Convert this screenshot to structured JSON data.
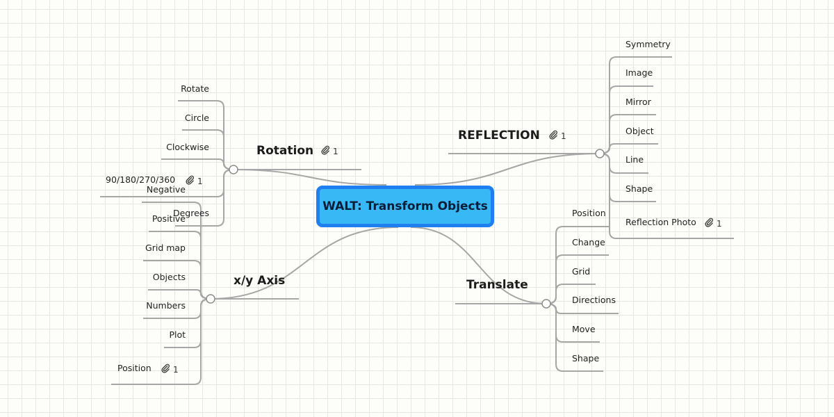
{
  "central": {
    "title": "WALT: Transform Objects"
  },
  "branches": [
    {
      "id": "rotation",
      "title": "Rotation",
      "attachment_count": "1",
      "items": [
        {
          "label": "Rotate"
        },
        {
          "label": "Circle"
        },
        {
          "label": "Clockwise"
        },
        {
          "label": "90/180/270/360",
          "attachment_count": "1"
        },
        {
          "label": "Degrees"
        }
      ]
    },
    {
      "id": "axis",
      "title": "x/y Axis",
      "items": [
        {
          "label": "Negative"
        },
        {
          "label": "Positive"
        },
        {
          "label": "Grid map"
        },
        {
          "label": "Objects"
        },
        {
          "label": "Numbers"
        },
        {
          "label": "Plot"
        },
        {
          "label": "Position",
          "attachment_count": "1"
        }
      ]
    },
    {
      "id": "reflection",
      "title": "REFLECTION",
      "attachment_count": "1",
      "items": [
        {
          "label": "Symmetry"
        },
        {
          "label": "Image"
        },
        {
          "label": "Mirror"
        },
        {
          "label": "Object"
        },
        {
          "label": "Line"
        },
        {
          "label": "Shape"
        },
        {
          "label": "Reflection Photo",
          "attachment_count": "1"
        }
      ]
    },
    {
      "id": "translate",
      "title": "Translate",
      "items": [
        {
          "label": "Position"
        },
        {
          "label": "Change"
        },
        {
          "label": "Grid"
        },
        {
          "label": "Directions"
        },
        {
          "label": "Move"
        },
        {
          "label": "Shape"
        }
      ]
    }
  ],
  "icons": {
    "attachment": "paperclip-icon",
    "junction": "collapse-toggle-icon"
  },
  "colors": {
    "central_fill": "#38b9f6",
    "central_border": "#1f7ff0",
    "connector": "#a6a6a6",
    "grid": "#e7e7df",
    "background": "#fdfdf9"
  }
}
